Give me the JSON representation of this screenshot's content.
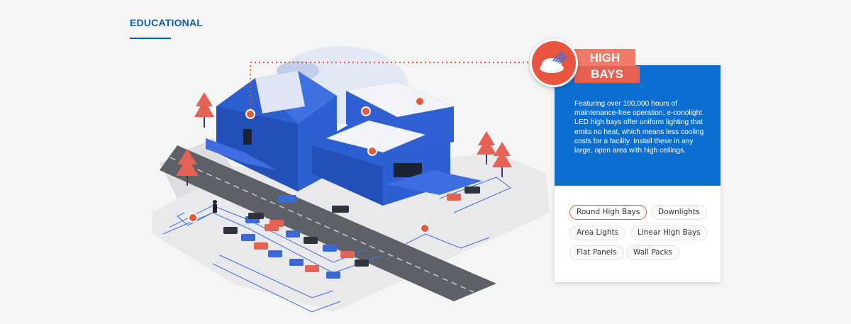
{
  "section": {
    "title": "EDUCATIONAL"
  },
  "panel": {
    "heading_line1": "HIGH",
    "heading_line2": "BAYS",
    "description": "Featuring over 100,000 hours of maintenance-free operation, e-conolight LED high bays offer uniform lighting that emits no heat, which means less cooling costs for a facility. Install these in any large, open area with high ceilings.",
    "product_icon": "high-bay-light-icon"
  },
  "products": [
    {
      "label": "Round High Bays",
      "active": true
    },
    {
      "label": "Downlights",
      "active": false
    },
    {
      "label": "Area Lights",
      "active": false
    },
    {
      "label": "Linear High Bays",
      "active": false
    },
    {
      "label": "Flat Panels",
      "active": false
    },
    {
      "label": "Wall Packs",
      "active": false
    }
  ],
  "colors": {
    "brand_blue": "#0a6fd0",
    "accent_red": "#e9553f",
    "building_blue": "#2c5fd0"
  }
}
